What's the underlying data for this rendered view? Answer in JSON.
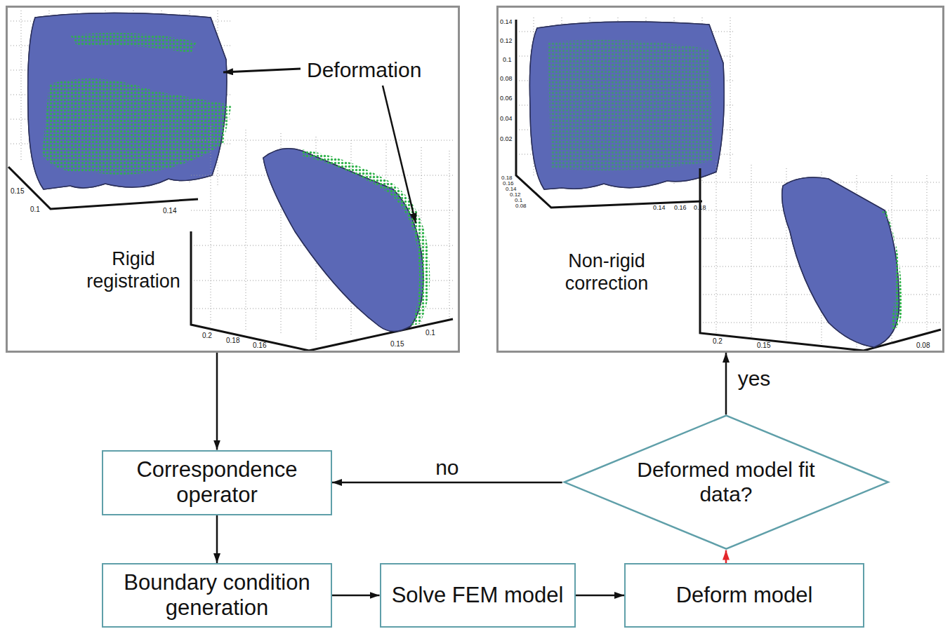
{
  "diagram": {
    "nodes": [
      {
        "text": [
          "Deformation",
          "Rigid registration"
        ]
      },
      {
        "text": [
          "Non-rigid correction"
        ]
      },
      {
        "text": [
          "Correspondence operator"
        ]
      },
      {
        "text": [
          "Boundary condition generation"
        ]
      },
      {
        "text": [
          "Solve FEM model"
        ]
      },
      {
        "text": [
          "Deform model"
        ]
      },
      {
        "text": [
          "Deformed model fit data?"
        ]
      }
    ],
    "edges": [
      {
        "from": 0,
        "to": 2,
        "arrow": "to"
      },
      {
        "from": 2,
        "to": 3,
        "arrow": "to"
      },
      {
        "from": 3,
        "to": 4,
        "arrow": "to"
      },
      {
        "from": 4,
        "to": 5,
        "arrow": "to"
      },
      {
        "from": 5,
        "to": 6,
        "arrow": "to"
      },
      {
        "from": 6,
        "to": 2,
        "label": "no",
        "arrow": "to"
      },
      {
        "from": 6,
        "to": 1,
        "label": "yes",
        "arrow": "to"
      }
    ],
    "labels": [
      "0.15",
      "0.1",
      "0.14",
      "0.2",
      "0.18",
      "0.16",
      "0.1",
      "0.15",
      "0.14",
      "0.12",
      "0.1",
      "0.08",
      "0.06",
      "0.04",
      "0.02",
      "0.18",
      "0.16",
      "0.14",
      "0.12",
      "0.1",
      "0.08",
      "0.14",
      "0.16",
      "0.18",
      "0.2",
      "0.15",
      "0.08"
    ]
  }
}
